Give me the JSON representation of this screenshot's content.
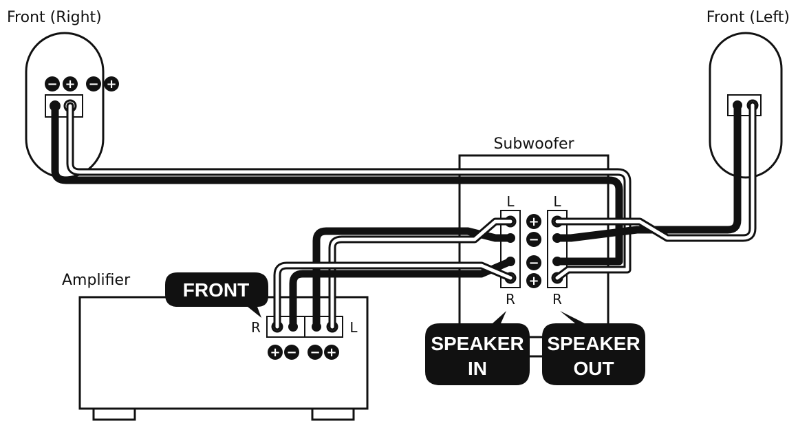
{
  "labels": {
    "front_right": "Front (Right)",
    "front_left": "Front (Left)",
    "subwoofer": "Subwoofer",
    "amplifier": "Amplifier",
    "front_tag": "FRONT",
    "speaker_in_line1": "SPEAKER",
    "speaker_in_line2": "IN",
    "speaker_out_line1": "SPEAKER",
    "speaker_out_line2": "OUT",
    "sub_in_top_channel": "L",
    "sub_out_top_channel": "L",
    "sub_in_bottom_channel": "R",
    "sub_out_bottom_channel": "R",
    "amp_channel_left_side": "R",
    "amp_channel_right_side": "L"
  },
  "signs": {
    "plus": "+",
    "minus": "−"
  },
  "colors": {
    "ink": "#111111",
    "paper": "#ffffff"
  }
}
